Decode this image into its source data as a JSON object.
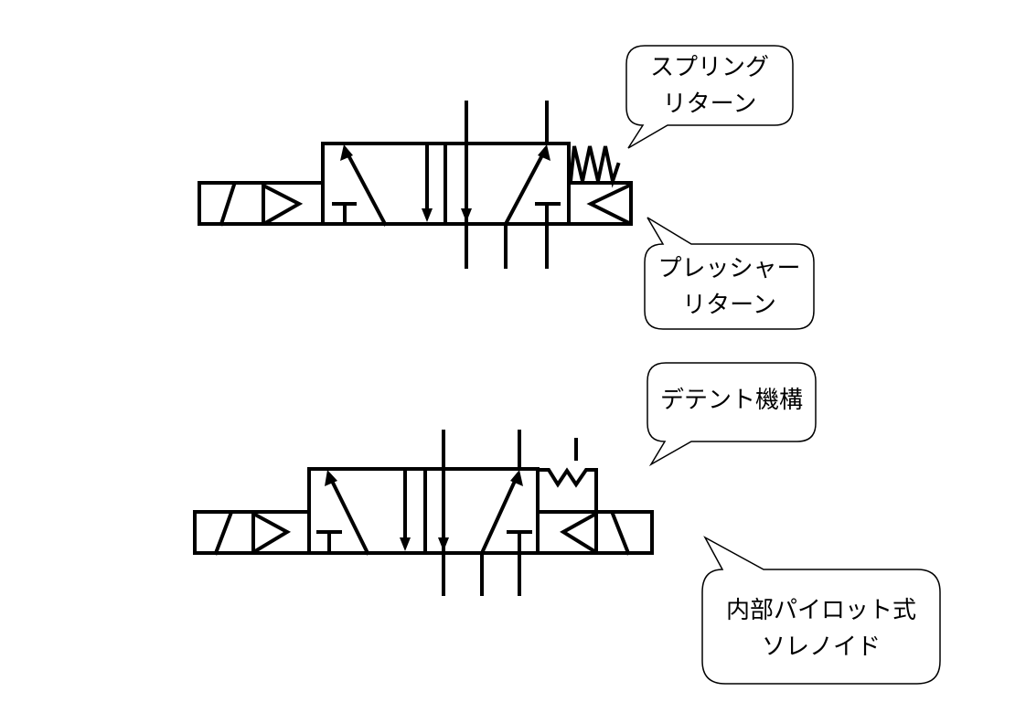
{
  "diagrams": [
    {
      "name": "solenoid-valve-spring-pressure-return",
      "callouts": [
        {
          "lines": [
            "スプリング",
            "リターン"
          ]
        },
        {
          "lines": [
            "プレッシャー",
            "リターン"
          ]
        }
      ]
    },
    {
      "name": "solenoid-valve-detent-internal-pilot",
      "callouts": [
        {
          "lines": [
            "デテント機構"
          ]
        },
        {
          "lines": [
            "内部パイロット式",
            "ソレノイド"
          ]
        }
      ]
    }
  ],
  "colors": {
    "line": "#000000",
    "background": "#ffffff"
  }
}
